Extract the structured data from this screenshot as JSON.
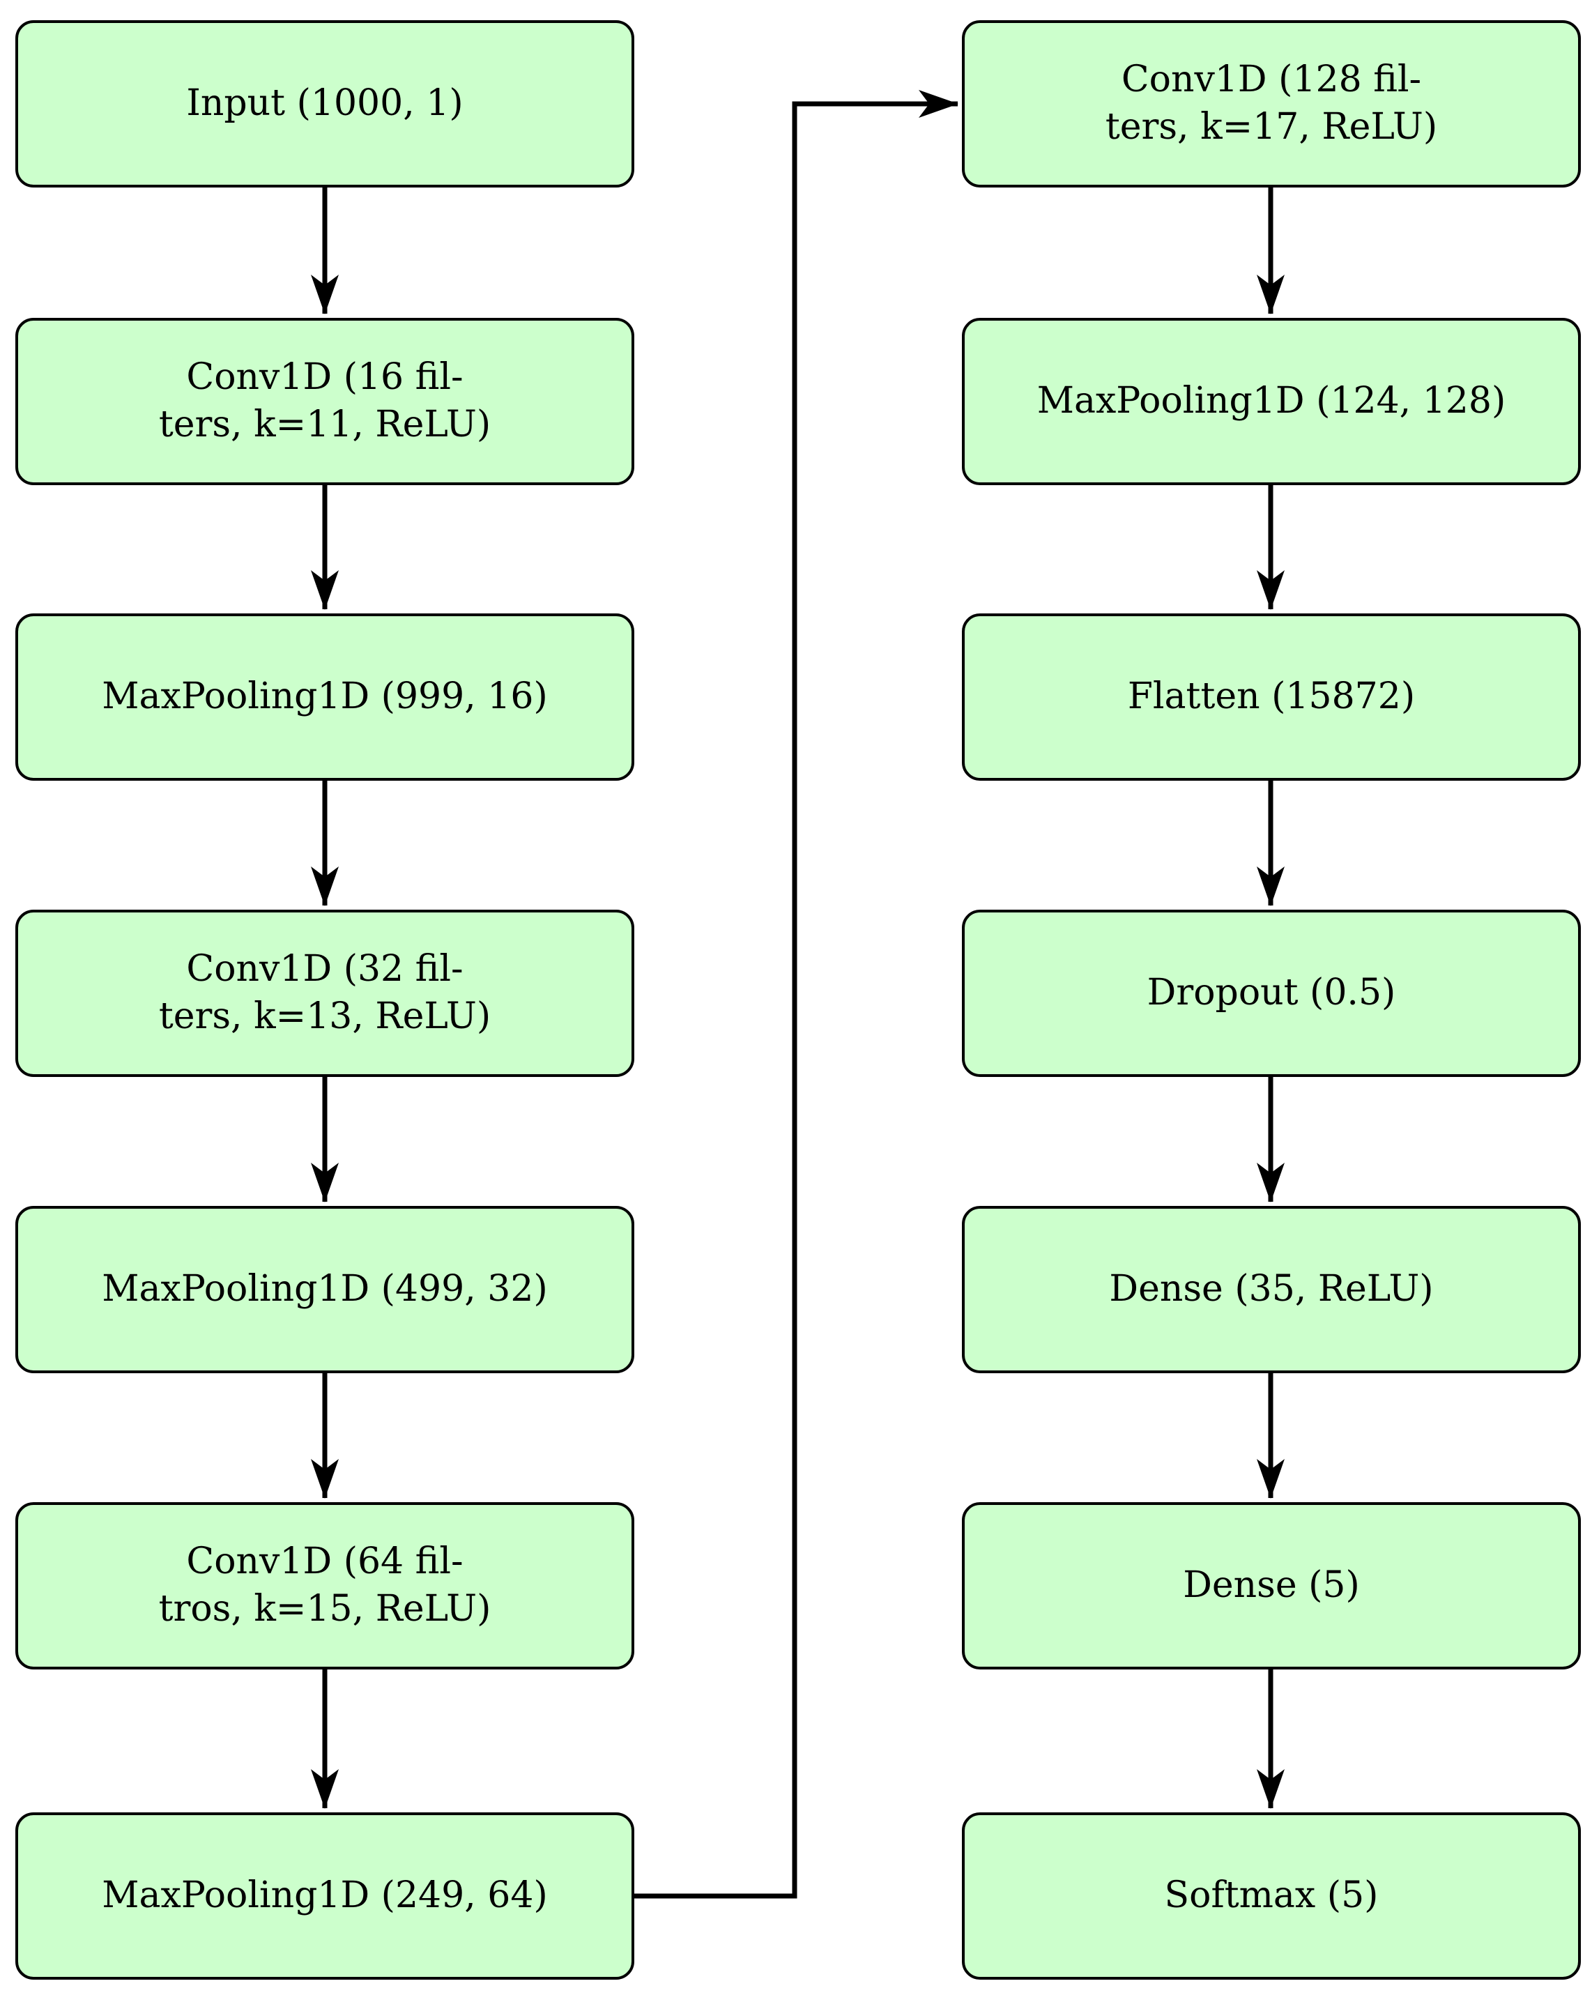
{
  "diagram": {
    "type": "flowchart",
    "description": "1D CNN architecture diagram, two columns of layer blocks connected by arrows",
    "colors": {
      "node_fill": "#ccffcc",
      "node_border": "#000000",
      "edge": "#000000",
      "background": "#ffffff"
    },
    "left": [
      {
        "label": "Input (1000, 1)"
      },
      {
        "label": "Conv1D (16 fil-\nters, k=11, ReLU)"
      },
      {
        "label": "MaxPooling1D (999, 16)"
      },
      {
        "label": "Conv1D (32 fil-\nters, k=13, ReLU)"
      },
      {
        "label": "MaxPooling1D (499, 32)"
      },
      {
        "label": "Conv1D (64 fil-\ntros, k=15, ReLU)"
      },
      {
        "label": "MaxPooling1D (249, 64)"
      }
    ],
    "right": [
      {
        "label": "Conv1D (128 fil-\nters, k=17, ReLU)"
      },
      {
        "label": "MaxPooling1D (124, 128)"
      },
      {
        "label": "Flatten (15872)"
      },
      {
        "label": "Dropout (0.5)"
      },
      {
        "label": "Dense (35, ReLU)"
      },
      {
        "label": "Dense (5)"
      },
      {
        "label": "Softmax (5)"
      }
    ],
    "edges": [
      "input->conv16",
      "conv16->maxpool999",
      "maxpool999->conv32",
      "conv32->maxpool499",
      "maxpool499->conv64",
      "conv64->maxpool249",
      "maxpool249->conv128 (elbow up)",
      "conv128->maxpool124",
      "maxpool124->flatten",
      "flatten->dropout",
      "dropout->dense35",
      "dense35->dense5",
      "dense5->softmax"
    ]
  }
}
